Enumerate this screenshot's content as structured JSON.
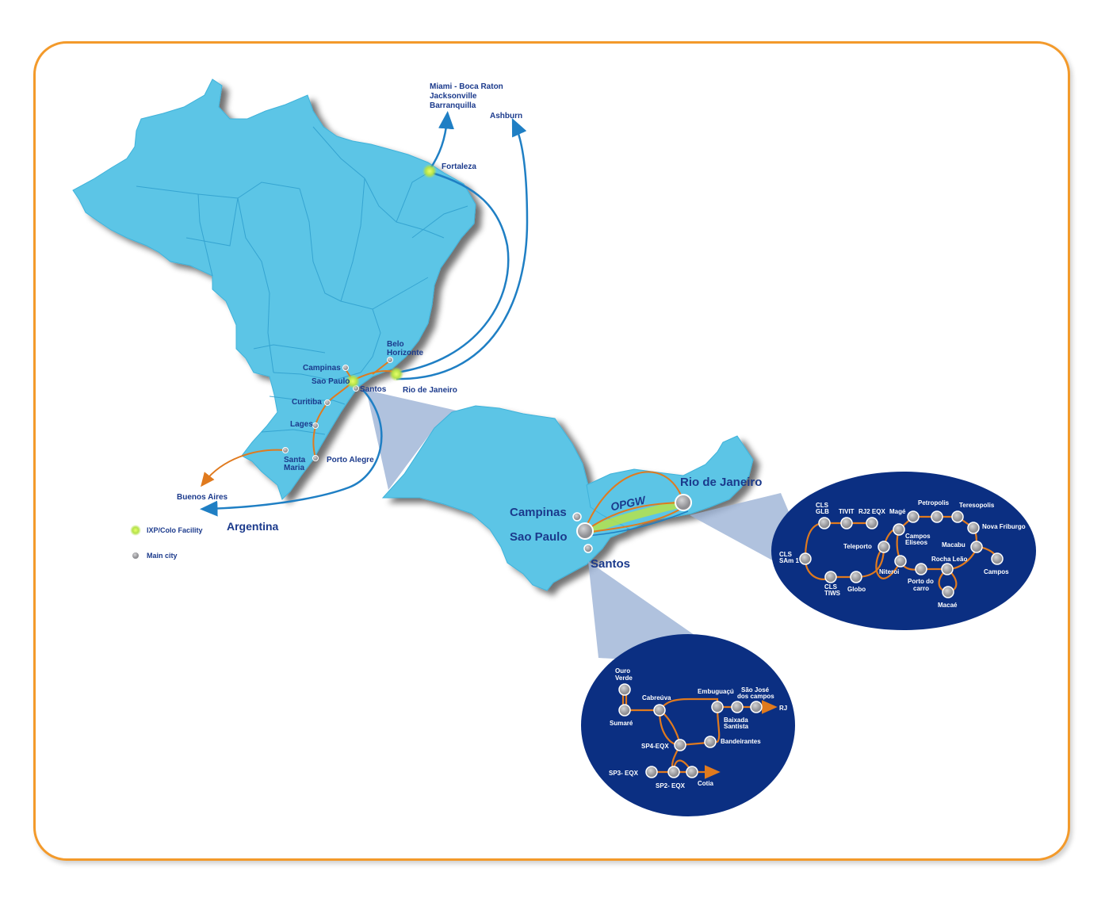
{
  "colors": {
    "land": "#5bc5e6",
    "land_border": "#2aa3cf",
    "route_blue": "#1f7fc4",
    "route_orange": "#e07a1e",
    "bubble": "#0b2f82",
    "frame": "#f39a2b",
    "city_dot": "#a9a9ab",
    "ixp": "#b5e24a",
    "label": "#1b3a8c"
  },
  "external_routes": {
    "miami_group": [
      "Miami - Boca Raton",
      "Jacksonville",
      "Barranquilla"
    ],
    "ashburn": "Ashburn",
    "buenos_aires": "Buenos Aires",
    "argentina": "Argentina"
  },
  "brazil_cities": {
    "fortaleza": "Fortaleza",
    "belo_horizonte_1": "Belo",
    "belo_horizonte_2": "Horizonte",
    "campinas": "Campinas",
    "sao_paulo": "Sao Paulo",
    "santos": "Santos",
    "rio": "Rio de Janeiro",
    "curitiba": "Curitiba",
    "lages": "Lages",
    "santa_maria_1": "Santa",
    "santa_maria_2": "Maria",
    "porto_alegre": "Porto Alegre"
  },
  "legend": {
    "ixp": "IXP/Colo Facility",
    "main_city": "Main city"
  },
  "zoom_region": {
    "campinas": "Campinas",
    "sao_paulo": "Sao Paulo",
    "santos": "Santos",
    "rio": "Rio de Janeiro",
    "opgw": "OPGW"
  },
  "rio_bubble": {
    "cls_glb_1": "CLS",
    "cls_glb_2": "GLB",
    "tivit": "TIVIT",
    "rj2_eqx": "RJ2 EQX",
    "mage": "Magé",
    "petropolis": "Petropolis",
    "teresopolis": "Teresopolis",
    "nova_friburgo": "Nova Friburgo",
    "cls_sam_1": "CLS",
    "cls_sam_2": "SAm 1",
    "teleporto": "Teleporto",
    "campos_eliseos_1": "Campos",
    "campos_eliseos_2": "Eliseos",
    "macabu": "Macabu",
    "campos": "Campos",
    "rocha_leao": "Rocha Leão",
    "niteroi": "Niteroi",
    "cls_tiws_1": "CLS",
    "cls_tiws_2": "TIWS",
    "globo": "Globo",
    "porto_do_carro_1": "Porto do",
    "porto_do_carro_2": "carro",
    "macae": "Macaé"
  },
  "sp_bubble": {
    "ouro_verde_1": "Ouro",
    "ouro_verde_2": "Verde",
    "sumare": "Sumaré",
    "cabreuva": "Cabreúva",
    "embuguacu": "Embuguaçú",
    "sao_jose_1": "São José",
    "sao_jose_2": "dos campos",
    "rj": "RJ",
    "baixada_1": "Baixada",
    "baixada_2": "Santista",
    "sp4_eqx": "SP4-EQX",
    "bandeirantes": "Bandeirantes",
    "sp3_eqx": "SP3- EQX",
    "sp2_eqx": "SP2- EQX",
    "cotia": "Cotia"
  }
}
